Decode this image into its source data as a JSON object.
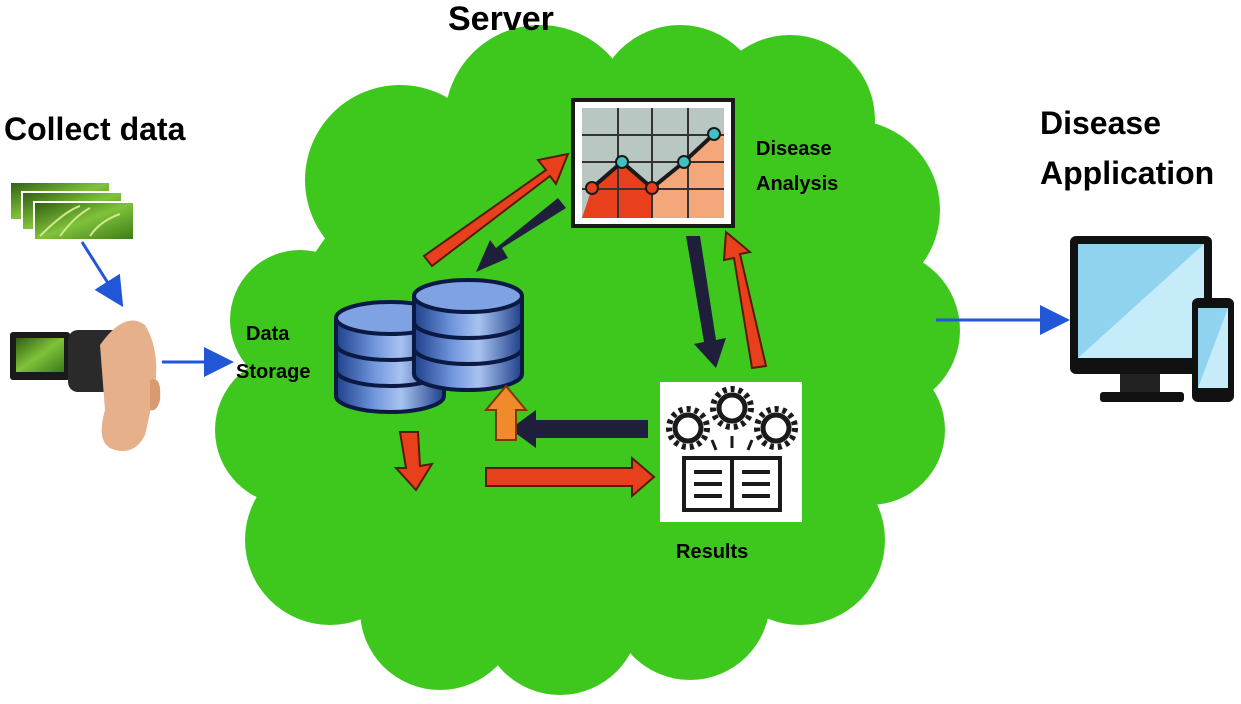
{
  "labels": {
    "server": "Server",
    "collect_data": "Collect data",
    "disease_app_line1": "Disease",
    "disease_app_line2": "Application",
    "data_storage_line1": "Data",
    "data_storage_line2": "Storage",
    "disease_analysis_line1": "Disease",
    "disease_analysis_line2": "Analysis",
    "results": "Results"
  },
  "colors": {
    "cloud": "#3ec81e",
    "forward_arrow": "#e8401c",
    "back_arrow": "#1f1f3c",
    "up_arrow": "#f08a2a",
    "data_flow_arrow": "#2156d6",
    "database": "#4a74c4",
    "screen": "#8fd3ee"
  },
  "icons": {
    "photos": "photo-stack-icon",
    "camera": "video-camera-icon",
    "database": "database-icon",
    "chart": "line-chart-icon",
    "results": "gears-book-icon",
    "devices": "monitor-phone-icon"
  }
}
